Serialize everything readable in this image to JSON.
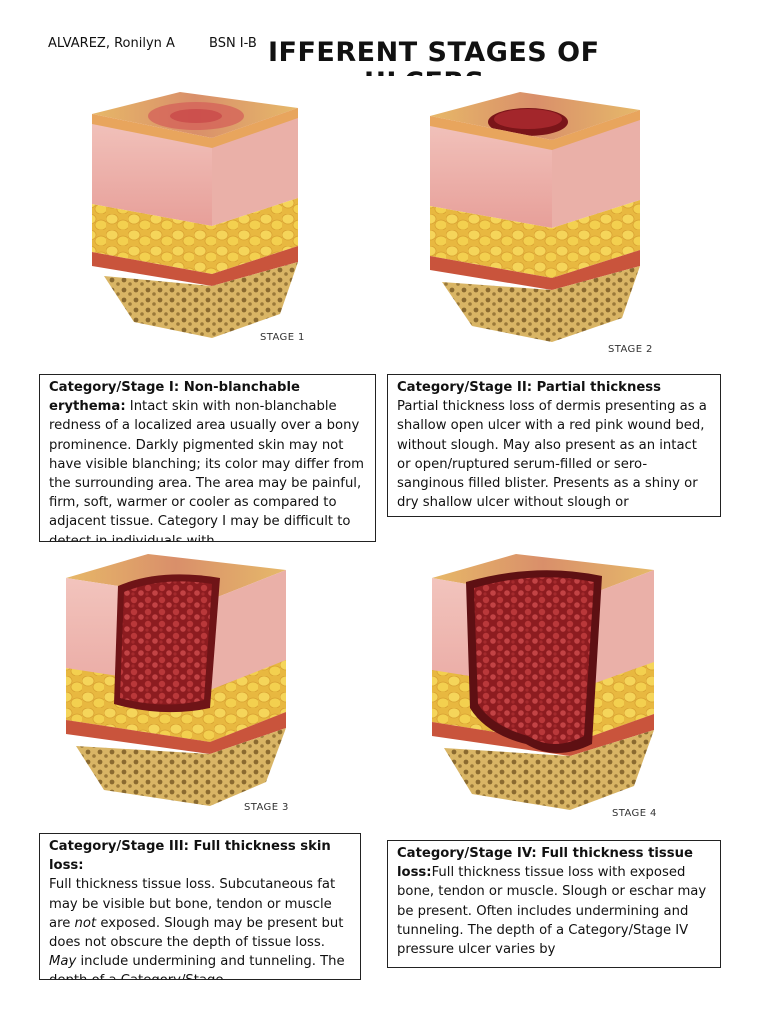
{
  "header": {
    "name": "ALVAREZ, Ronilyn A",
    "class": "BSN I-B",
    "title_line1": "IFFERENT STAGES OF",
    "title_line2": "ULCERS"
  },
  "stages": [
    {
      "image_label": "STAGE 1",
      "heading": "Category/Stage I: Non-blanchable erythema:",
      "body": " Intact skin with non-blanchable redness of a localized area usually over a bony prominence. Darkly pigmented skin may not have visible blanching; its color may differ from the surrounding area. The area may be painful, firm, soft, warmer or cooler as compared to adjacent tissue. Category I may be difficult to detect in individuals with"
    },
    {
      "image_label": "STAGE 2",
      "heading": "Category/Stage II: Partial thickness",
      "body": "Partial thickness loss of dermis presenting as a shallow open ulcer with a red pink wound bed, without slough. May also present as an intact or open/ruptured serum-filled or sero-sanginous filled blister. Presents as a shiny or dry shallow ulcer without slough or"
    },
    {
      "image_label": "STAGE 3",
      "heading": "Category/Stage III: Full thickness skin loss:",
      "body_parts": [
        "Full thickness tissue loss. Subcutaneous fat may be visible but bone, tendon or muscle are ",
        "not",
        " exposed. Slough may be present but does not obscure the depth of tissue loss. ",
        "May",
        " include undermining and tunneling. The depth of a Category/Stage"
      ]
    },
    {
      "image_label": "STAGE 4",
      "heading": "Category/Stage IV: Full thickness tissue loss:",
      "body": "Full thickness tissue loss with exposed bone, tendon or muscle. Slough or eschar may be present. Often includes undermining and tunneling. The depth of a Category/Stage IV pressure ulcer varies by"
    }
  ],
  "colors": {
    "epidermis": "#e9c07a",
    "dermis": "#efb7b0",
    "fat": "#f0c948",
    "muscle": "#c9543c",
    "bone": "#e6c77e",
    "wound": "#a8262a",
    "border": "#222222"
  }
}
